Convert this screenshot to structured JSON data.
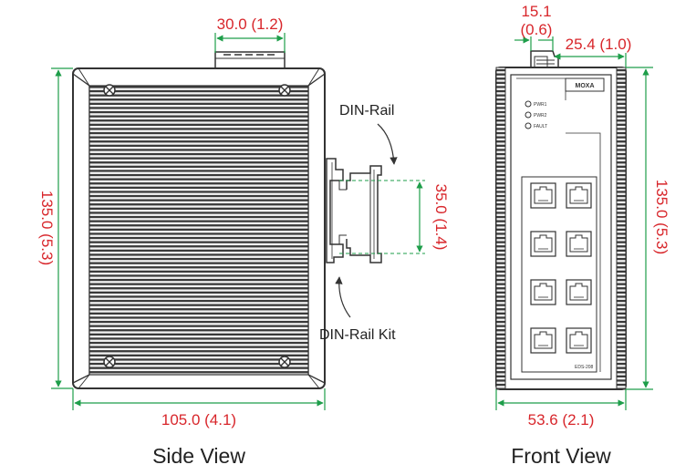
{
  "dimensions": {
    "top_width": "30.0 (1.2)",
    "side_height": "135.0 (5.3)",
    "rail_height": "35.0 (1.4)",
    "side_width": "105.0 (4.1)",
    "front_depth_top": "15.1",
    "front_depth_top_in": "(0.6)",
    "front_top": "25.4 (1.0)",
    "front_height": "135.0 (5.3)",
    "front_width": "53.6 (2.1)"
  },
  "callouts": {
    "din_rail": "DIN-Rail",
    "din_rail_kit": "DIN-Rail Kit"
  },
  "captions": {
    "side_view": "Side View",
    "front_view": "Front View"
  },
  "device_labels": {
    "brand": "MOXA",
    "led_1": "PWR1",
    "led_2": "PWR2",
    "led_3": "FAULT",
    "model": "EDS-208"
  },
  "colors": {
    "dimension_red": "#d8262b",
    "dimension_green": "#1e9e4a",
    "outline": "#333333"
  }
}
